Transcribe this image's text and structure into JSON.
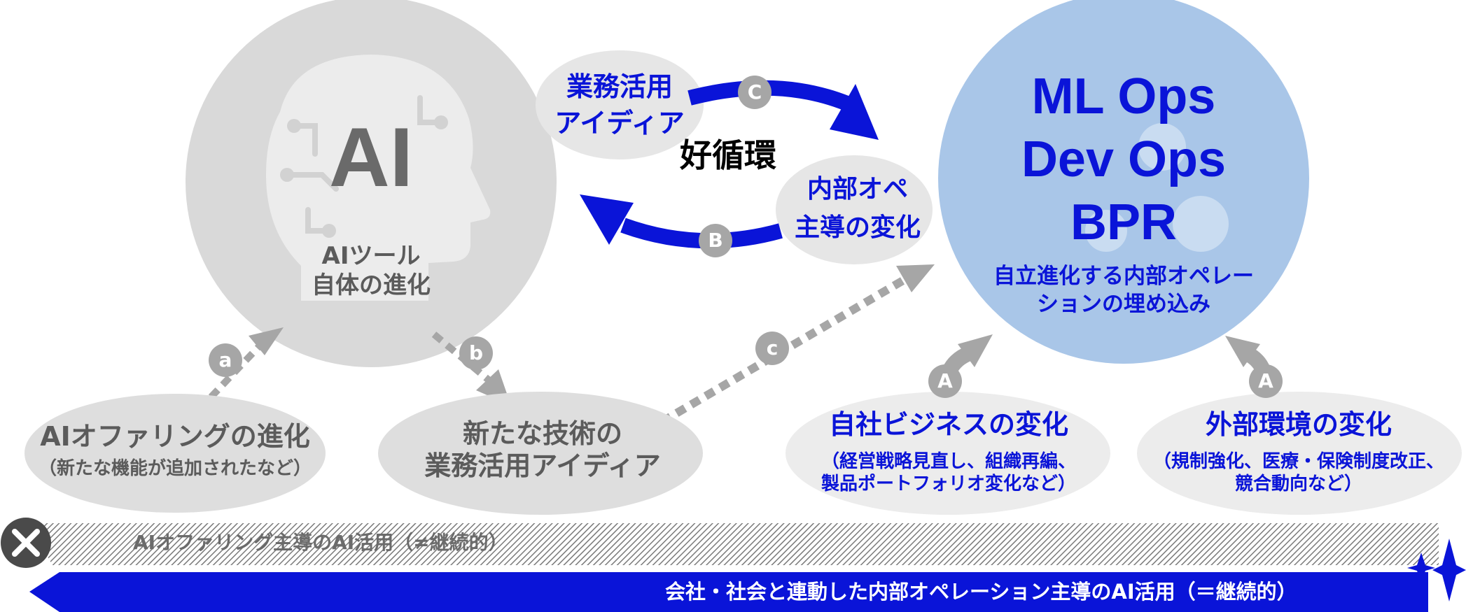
{
  "ai_circle": {
    "big_label": "AI",
    "caption_line1": "AIツール",
    "caption_line2": "自体の進化"
  },
  "ops_circle": {
    "line1": "ML Ops",
    "line2": "Dev Ops",
    "line3": "BPR",
    "caption_line1": "自立進化する内部オペレー",
    "caption_line2": "ションの埋め込み"
  },
  "cycle": {
    "center_label": "好循環",
    "top_bubble_line1": "業務活用",
    "top_bubble_line2": "アイディア",
    "right_bubble_line1": "内部オペ",
    "right_bubble_line2": "主導の変化",
    "badge_top": "C",
    "badge_bottom": "B"
  },
  "badges": {
    "a": "a",
    "b": "b",
    "c": "c",
    "A1": "A",
    "A2": "A"
  },
  "bubbles": [
    {
      "title": "AIオファリングの進化",
      "sub1": "（新たな機能が追加されたなど）",
      "sub2": ""
    },
    {
      "title": "新たな技術の",
      "title2": "業務活用アイディア"
    },
    {
      "title": "自社ビジネスの変化",
      "sub1": "（経営戦略見直し、組織再編、",
      "sub2": "製品ポートフォリオ変化など）"
    },
    {
      "title": "外部環境の変化",
      "sub1": "（規制強化、医療・保険制度改正、",
      "sub2": "競合動向など）"
    }
  ],
  "bars": {
    "gray_bar_text": "AIオファリング主導のAI活用（≠継続的）",
    "blue_bar_text": "会社・社会と連動した内部オペレーション主導のAI活用（＝継続的）"
  },
  "colors": {
    "accent_blue": "#0a14d8",
    "ops_circle": "#a9c6e8",
    "ai_circle": "#d9d9d9",
    "bubble_gray": "#e6e6e6",
    "arrow_gray": "#a6a6a6"
  }
}
